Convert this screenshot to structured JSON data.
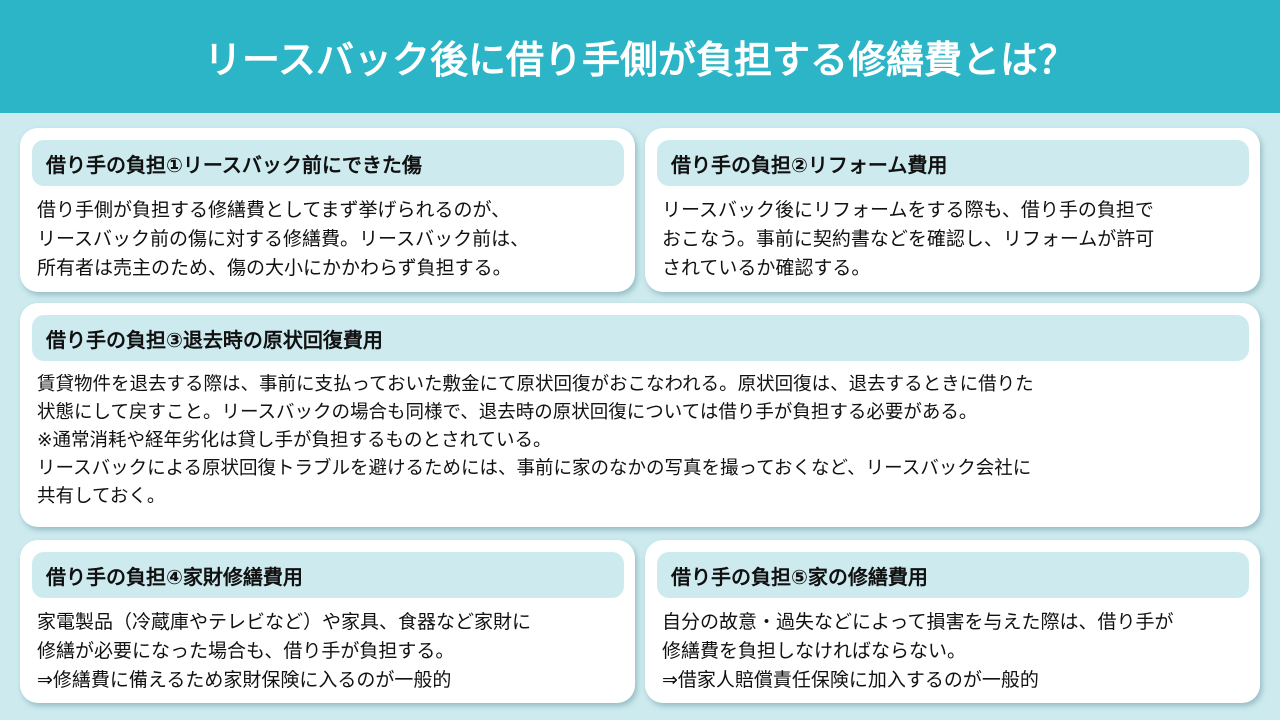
{
  "header": {
    "title": "リースバック後に借り手側が負担する修繕費とは？"
  },
  "cards": [
    {
      "heading": "借り手の負担①リースバック前にできた傷",
      "body": "借り手側が負担する修繕費としてまず挙げられるのが、\nリースバック前の傷に対する修繕費。リースバック前は、\n所有者は売主のため、傷の大小にかかわらず負担する。"
    },
    {
      "heading": "借り手の負担②リフォーム費用",
      "body": "リースバック後にリフォームをする際も、借り手の負担で\nおこなう。事前に契約書などを確認し、リフォームが許可\nされているか確認する。"
    },
    {
      "heading": "借り手の負担③退去時の原状回復費用",
      "body": "賃貸物件を退去する際は、事前に支払っておいた敷金にて原状回復がおこなわれる。原状回復は、退去するときに借りた\n状態にして戻すこと。リースバックの場合も同様で、退去時の原状回復については借り手が負担する必要がある。\n※通常消耗や経年劣化は貸し手が負担するものとされている。\nリースバックによる原状回復トラブルを避けるためには、事前に家のなかの写真を撮っておくなど、リースバック会社に\n共有しておく。"
    },
    {
      "heading": "借り手の負担④家財修繕費用",
      "body": "家電製品（冷蔵庫やテレビなど）や家具、食器など家財に\n修繕が必要になった場合も、借り手が負担する。\n⇒修繕費に備えるため家財保険に入るのが一般的"
    },
    {
      "heading": "借り手の負担⑤家の修繕費用",
      "body": "自分の故意・過失などによって損害を与えた際は、借り手が\n修繕費を負担しなければならない。\n⇒借家人賠償責任保険に加入するのが一般的"
    }
  ],
  "colors": {
    "header_bg": "#2bb5c6",
    "page_bg": "#cdebef",
    "card_bg": "#ffffff",
    "card_head_bg": "#cdebef",
    "text": "#111111"
  }
}
